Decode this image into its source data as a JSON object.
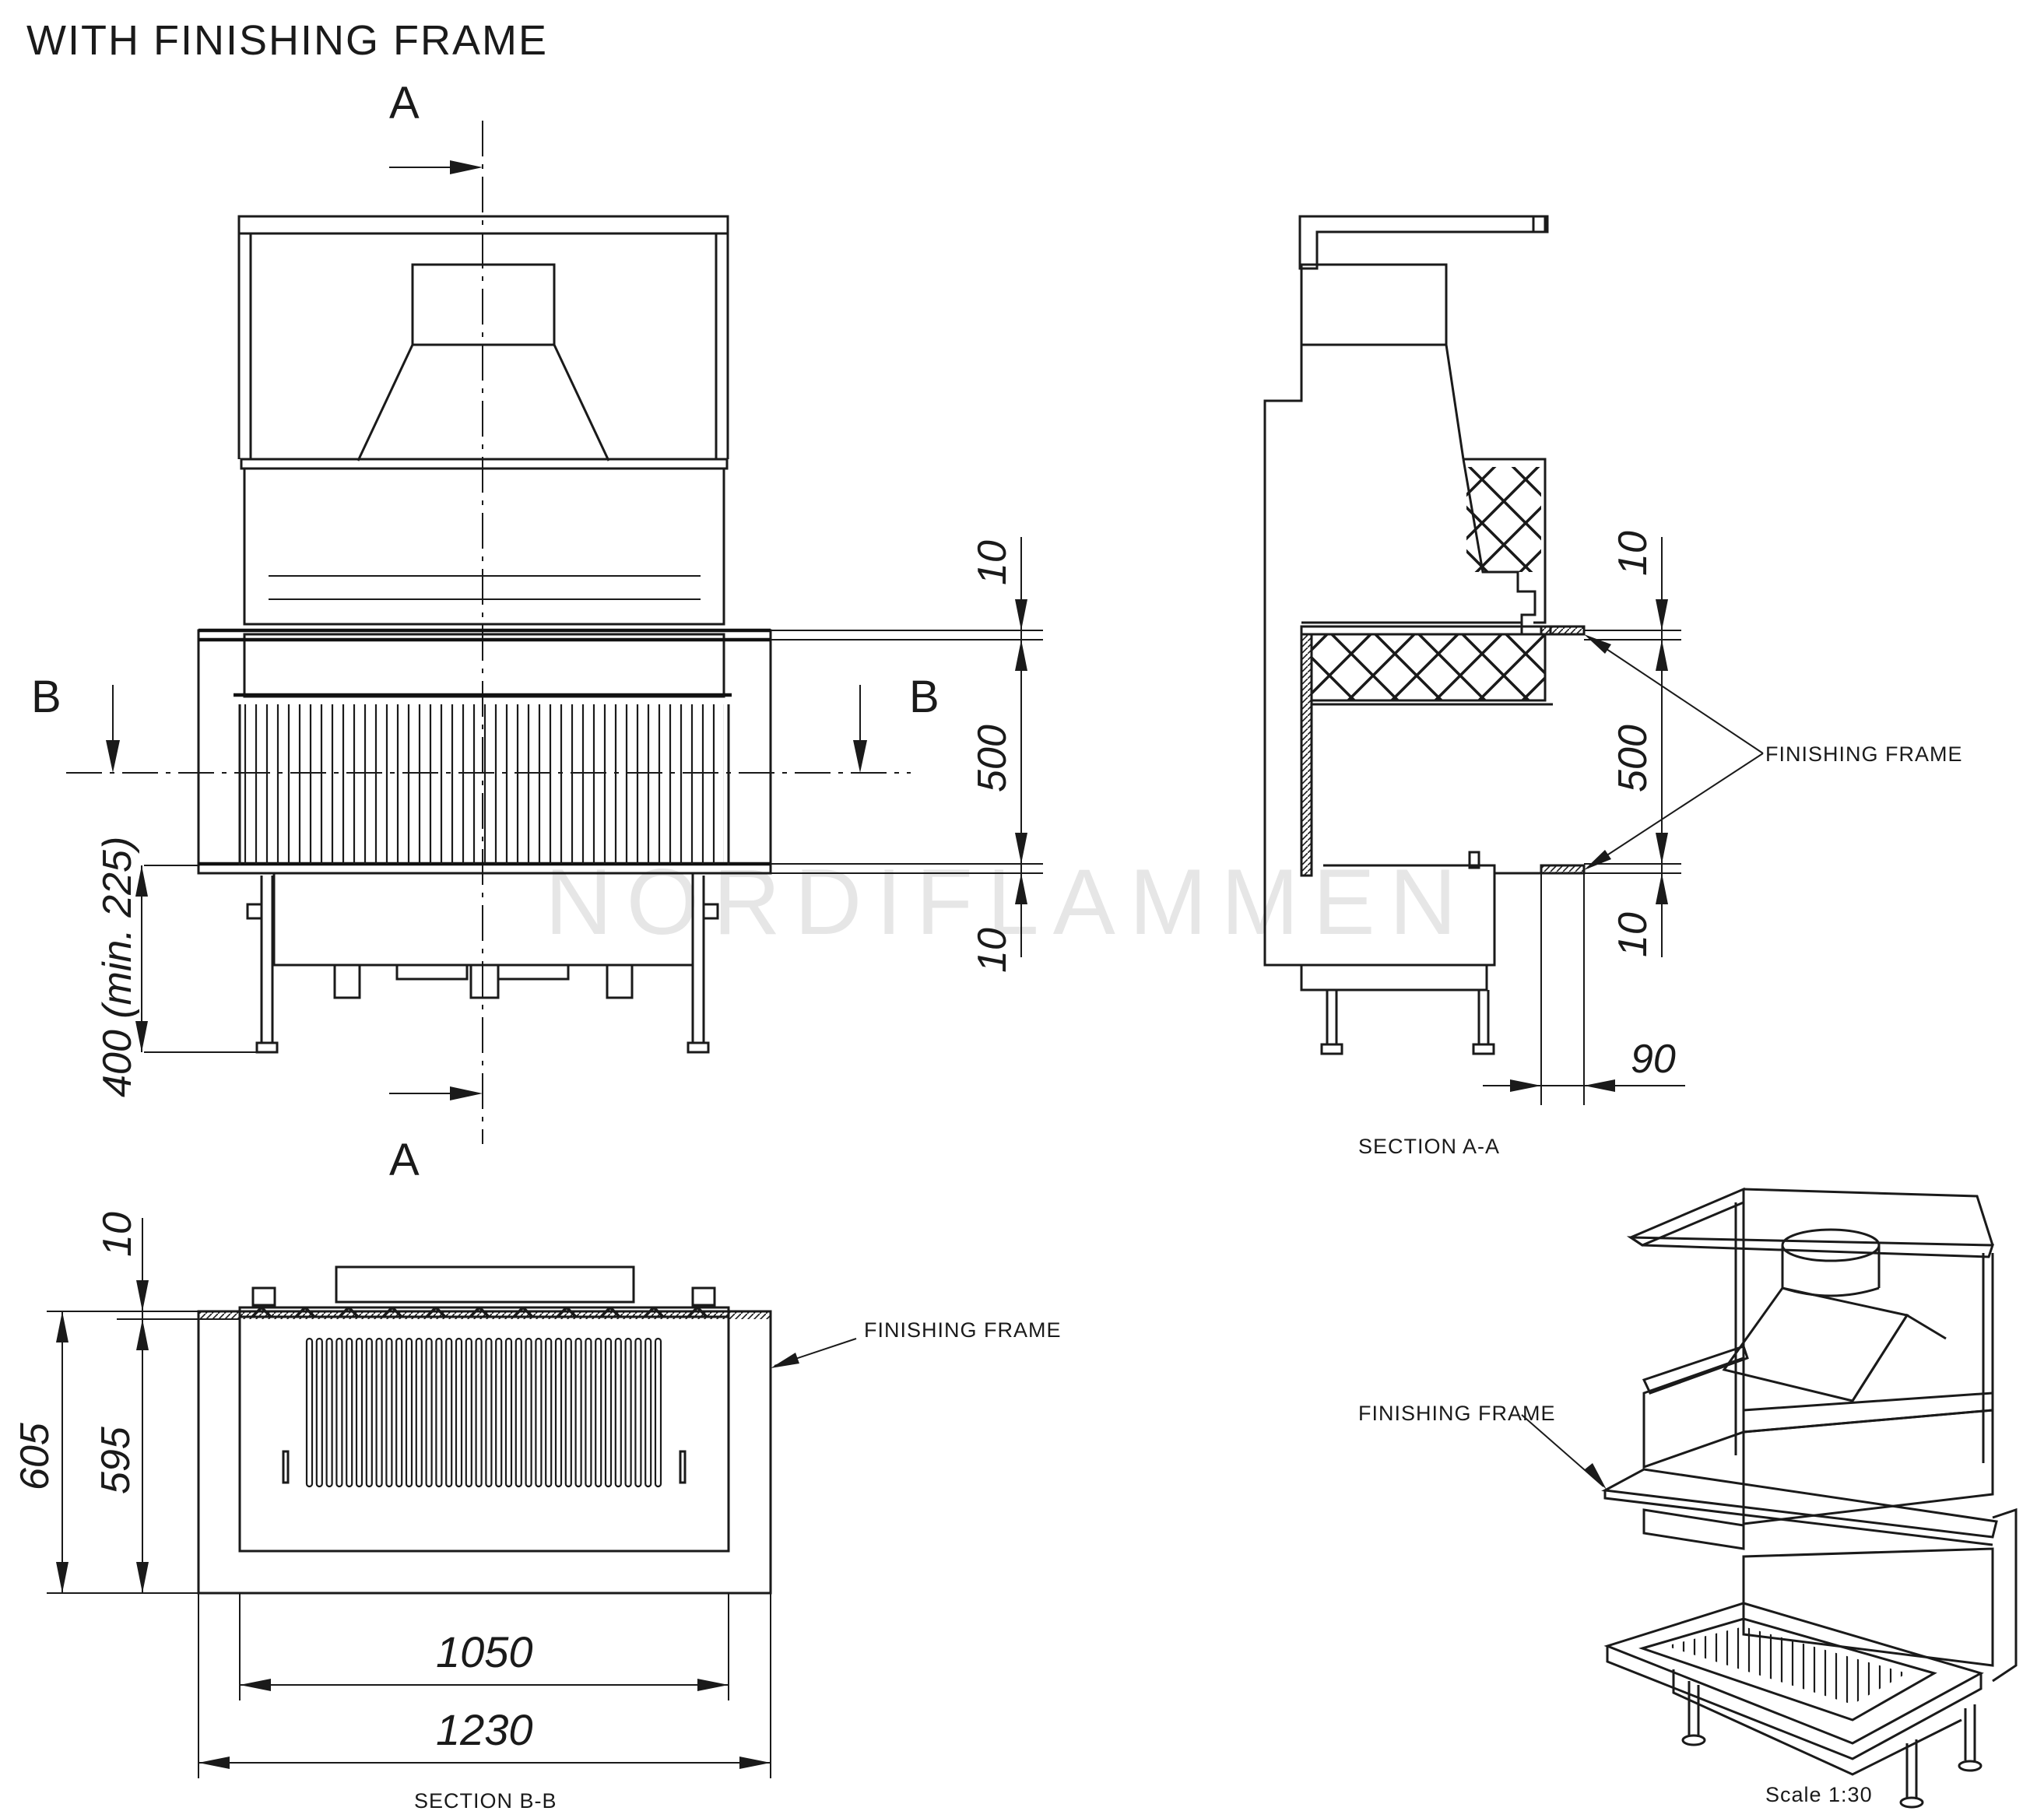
{
  "title": "WITH FINISHING FRAME",
  "section_marks": {
    "a_top": "A",
    "a_bottom": "A",
    "b_left": "B",
    "b_right": "B"
  },
  "front_view": {
    "dims": {
      "top_gap": "10",
      "opening": "500",
      "bottom_gap": "10",
      "height_from_floor": "400 (min. 225)"
    }
  },
  "section_aa": {
    "caption": "SECTION A-A",
    "dims": {
      "top_gap": "10",
      "opening": "500",
      "bottom_gap": "10",
      "frame_depth": "90"
    },
    "label": "FINISHING FRAME"
  },
  "section_bb": {
    "caption": "SECTION B-B",
    "dims": {
      "top": "10",
      "outer_depth": "605",
      "inner_depth": "595",
      "inner_width": "1050",
      "outer_width": "1230"
    },
    "label": "FINISHING FRAME"
  },
  "iso_view": {
    "label": "FINISHING FRAME",
    "scale": "Scale 1:30"
  }
}
